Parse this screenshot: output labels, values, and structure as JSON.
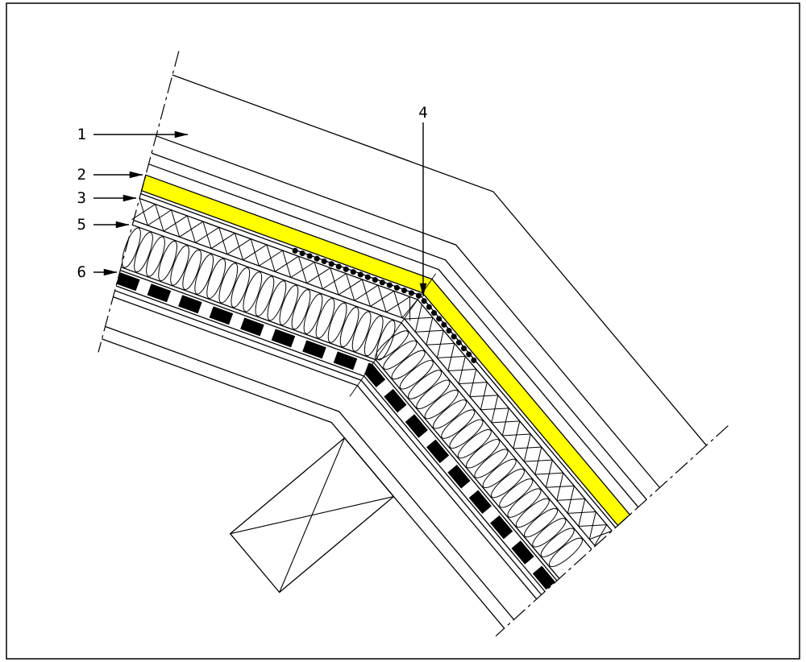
{
  "drawing": {
    "callout_1": "1",
    "callout_2": "2",
    "callout_3": "3",
    "callout_4": "4",
    "callout_5": "5",
    "callout_6": "6"
  },
  "colors": {
    "membrane_highlight": "#ffff00",
    "ink": "#000000",
    "paper": "#ffffff"
  }
}
